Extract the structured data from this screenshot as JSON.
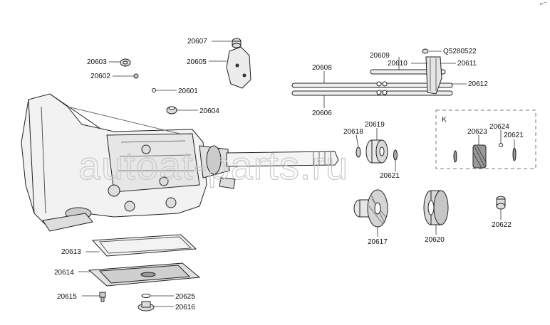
{
  "diagram": {
    "corner_mark": "⌐⁻",
    "watermark": "autoat-parts.ru",
    "kit_label": "K",
    "part_numbers": {
      "p20607": "20607",
      "p20603": "20603",
      "p20605": "20605",
      "p20602": "20602",
      "p20601": "20601",
      "p20604": "20604",
      "p20609": "20609",
      "pQ5280522": "Q5280522",
      "p20610": "20610",
      "p20611": "20611",
      "p20608": "20608",
      "p20612": "20612",
      "p20606": "20606",
      "p20619": "20619",
      "p20618": "20618",
      "p20623": "20623",
      "p20624": "20624",
      "p20621a": "20621",
      "p20621b": "20621",
      "p20613": "20613",
      "p20614": "20614",
      "p20615": "20615",
      "p20625": "20625",
      "p20616": "20616",
      "p20617": "20617",
      "p20620": "20620",
      "p20622": "20622"
    }
  }
}
